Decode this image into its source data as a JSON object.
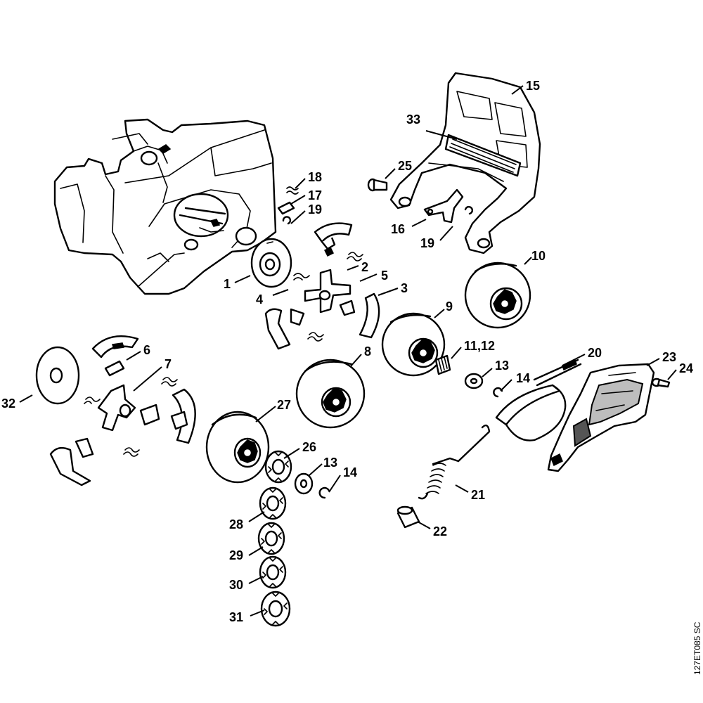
{
  "diagram": {
    "reference_code": "127ET085 SC",
    "callouts": {
      "c1": "1",
      "c2": "2",
      "c3": "3",
      "c4": "4",
      "c5": "5",
      "c6": "6",
      "c7": "7",
      "c8": "8",
      "c9": "9",
      "c10": "10",
      "c11_12": "11,12",
      "c13a": "13",
      "c13b": "13",
      "c14a": "14",
      "c14b": "14",
      "c15": "15",
      "c16": "16",
      "c17": "17",
      "c18": "18",
      "c19a": "19",
      "c19b": "19",
      "c20": "20",
      "c21": "21",
      "c22": "22",
      "c23": "23",
      "c24": "24",
      "c25": "25",
      "c26": "26",
      "c27": "27",
      "c28": "28",
      "c29": "29",
      "c30": "30",
      "c31": "31",
      "c32": "32",
      "c33": "33"
    }
  }
}
